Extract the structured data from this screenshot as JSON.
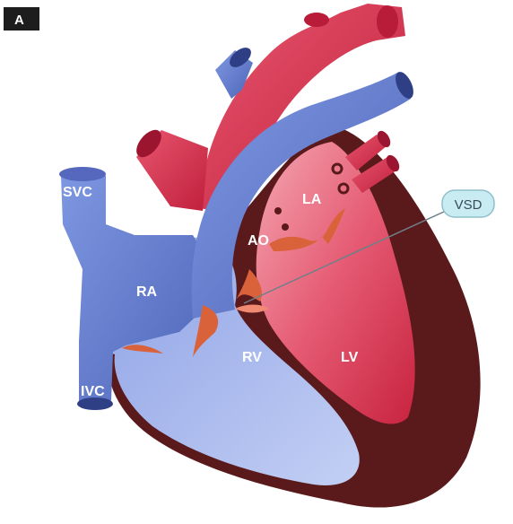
{
  "figure": {
    "panel_label": "A",
    "callout": "VSD"
  },
  "labels": {
    "svc": "SVC",
    "ivc": "IVC",
    "ra": "RA",
    "rv": "RV",
    "lv": "LV",
    "la": "LA",
    "ao": "AO"
  },
  "colors": {
    "deoxygenated": "#6f86d6",
    "oxygenated": "#d9324f",
    "myocardium": "#5a1a1c",
    "valve": "#d9623a",
    "callout_fill": "#c8ecf2"
  }
}
